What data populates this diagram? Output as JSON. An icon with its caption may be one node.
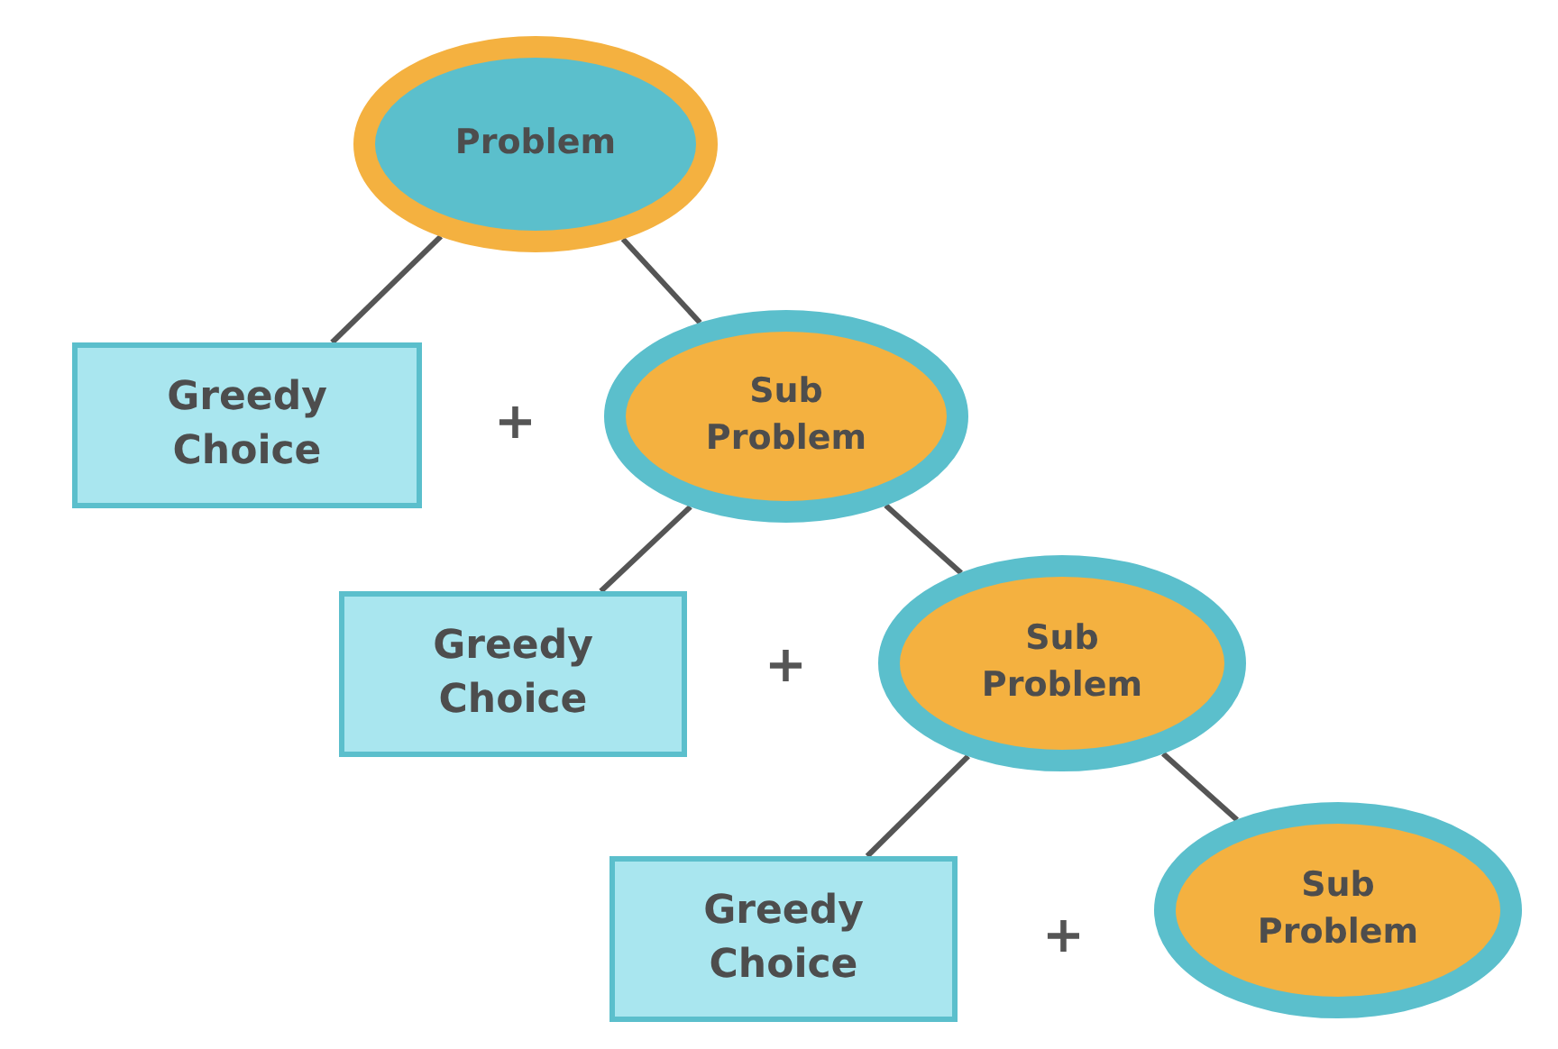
{
  "diagram": {
    "nodes": [
      {
        "text": [
          "Problem"
        ]
      },
      {
        "text": [
          "Greedy Choice"
        ]
      },
      {
        "text": [
          "Sub Problem"
        ]
      },
      {
        "text": [
          "Greedy Choice"
        ]
      },
      {
        "text": [
          "Sub Problem"
        ]
      },
      {
        "text": [
          "Greedy Choice"
        ]
      },
      {
        "text": [
          "Sub Problem"
        ]
      }
    ],
    "edges": [
      {
        "from": 0,
        "to": 1,
        "arrow": "none"
      },
      {
        "from": 0,
        "to": 2,
        "arrow": "none"
      },
      {
        "from": 2,
        "to": 3,
        "arrow": "none"
      },
      {
        "from": 2,
        "to": 4,
        "arrow": "none"
      },
      {
        "from": 4,
        "to": 5,
        "arrow": "none"
      },
      {
        "from": 4,
        "to": 6,
        "arrow": "none"
      }
    ],
    "labels": [
      "+",
      "+",
      "+"
    ]
  }
}
